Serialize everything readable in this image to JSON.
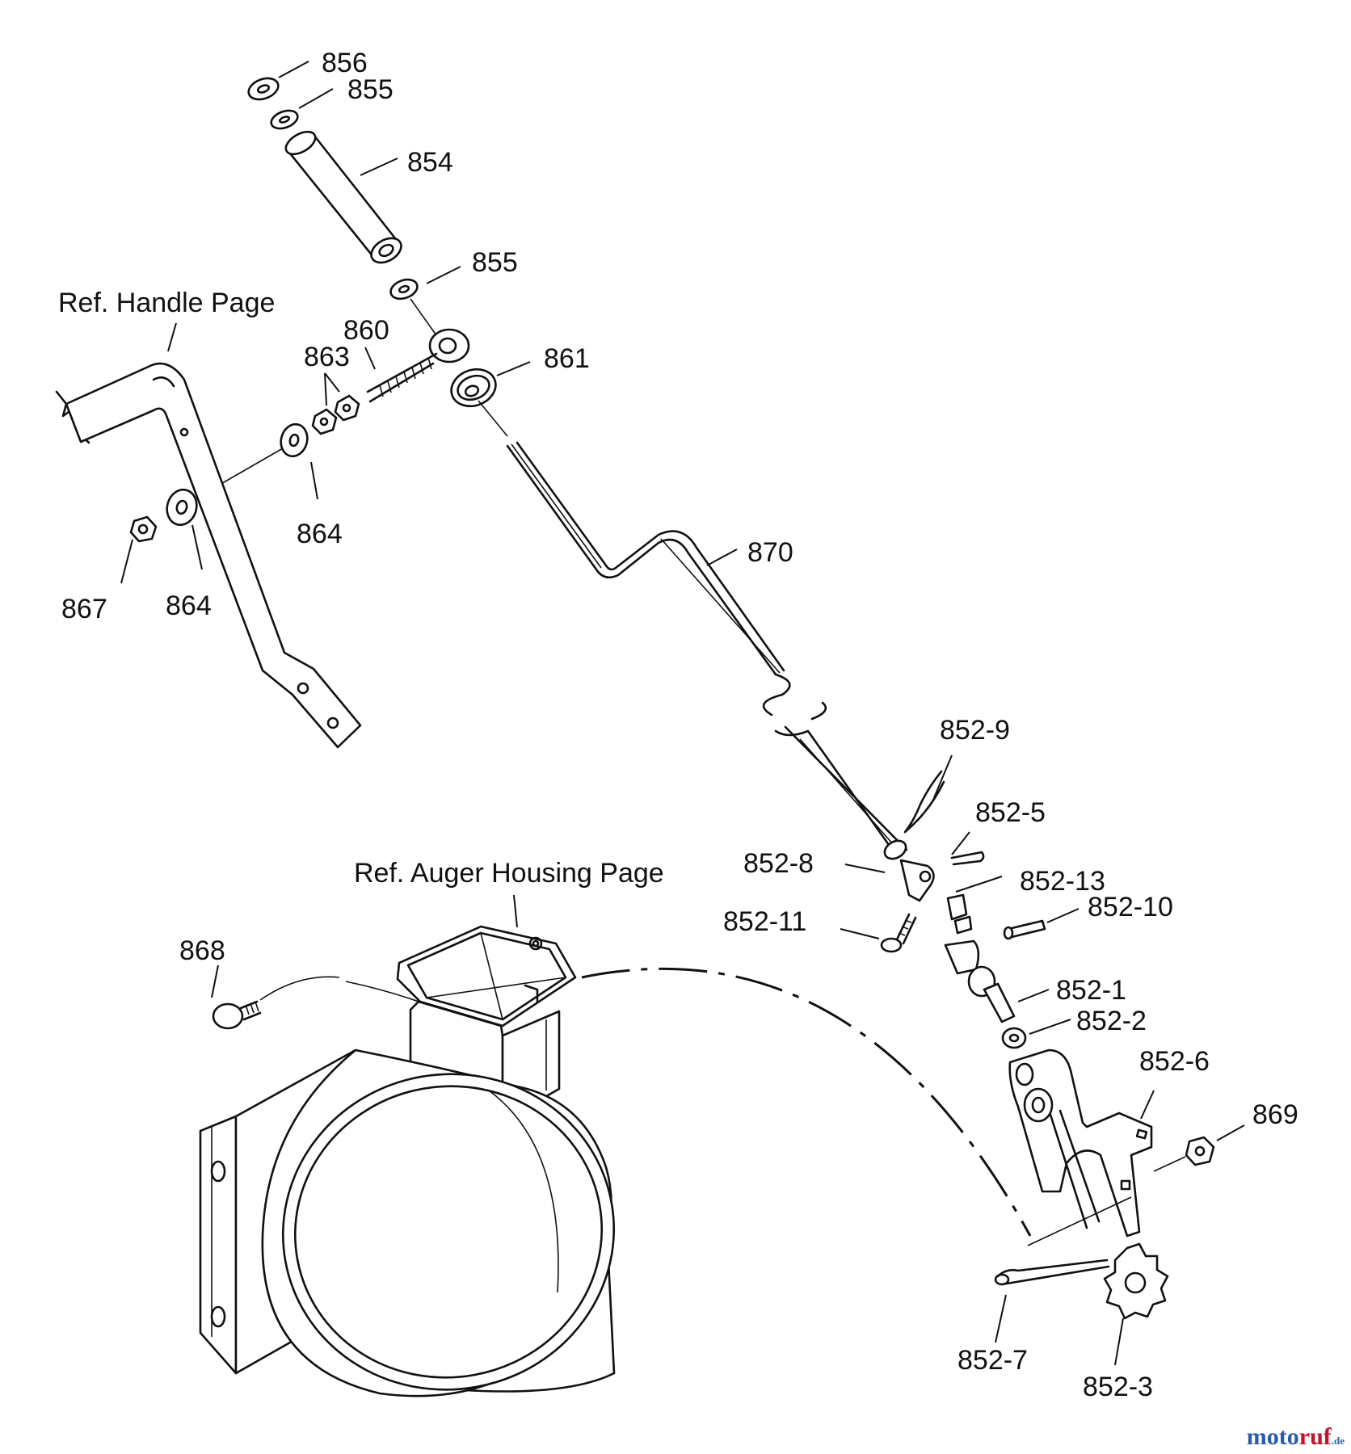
{
  "references": {
    "handle_page": "Ref. Handle Page",
    "auger_housing_page": "Ref. Auger Housing Page"
  },
  "callouts": {
    "p856": "856",
    "p855_top": "855",
    "p854": "854",
    "p855_mid": "855",
    "p860": "860",
    "p863": "863",
    "p861": "861",
    "p864_right": "864",
    "p864_left": "864",
    "p867": "867",
    "p870": "870",
    "p852_9": "852-9",
    "p852_5": "852-5",
    "p852_8": "852-8",
    "p852_13": "852-13",
    "p852_10": "852-10",
    "p852_11": "852-11",
    "p868": "868",
    "p852_1": "852-1",
    "p852_2": "852-2",
    "p852_6": "852-6",
    "p869": "869",
    "p852_7": "852-7",
    "p852_3": "852-3"
  },
  "watermark": {
    "part1": "moto",
    "part2": "ruf",
    "part3": ".de"
  }
}
